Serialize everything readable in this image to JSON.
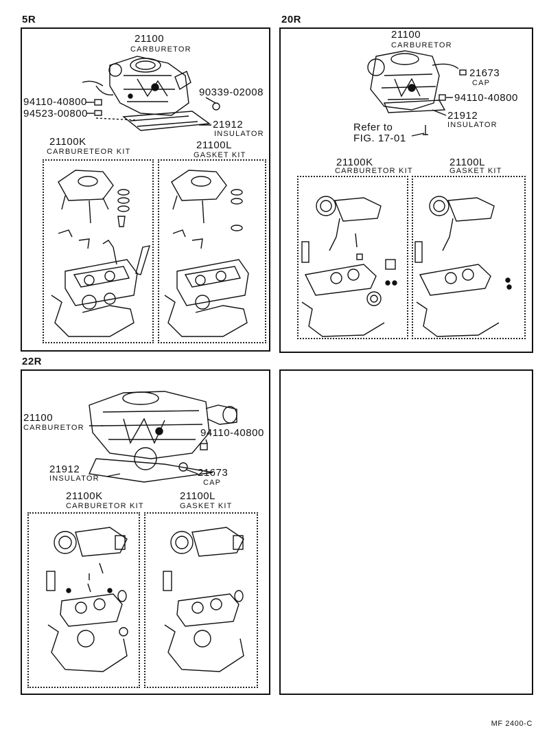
{
  "panels": {
    "p5r": {
      "tag": "5R",
      "carb_num": "21100",
      "carb_cap": "CARBURETOR",
      "part_a": "94110-40800",
      "part_b": "94523-00800",
      "part_c": "90339-02008",
      "ins_num": "21912",
      "ins_cap": "INSULATOR",
      "kit_num": "21100K",
      "kit_cap": "CARBURETEOR KIT",
      "gasket_num": "21100L",
      "gasket_cap": "GASKET KIT"
    },
    "p20r": {
      "tag": "20R",
      "carb_num": "21100",
      "carb_cap": "CARBURETOR",
      "cap_num": "21673",
      "cap_cap": "CAP",
      "part_a": "94110-40800",
      "ins_num": "21912",
      "ins_cap": "INSULATOR",
      "refer_line1": "Refer to",
      "refer_line2": "FIG. 17-01",
      "kit_num": "21100K",
      "kit_cap": "CARBURETOR KIT",
      "gasket_num": "21100L",
      "gasket_cap": "GASKET KIT"
    },
    "p22r": {
      "tag": "22R",
      "carb_num": "21100",
      "carb_cap": "CARBURETOR",
      "part_a": "94110-40800",
      "ins_num": "21912",
      "ins_cap": "INSULATOR",
      "cap_num": "21673",
      "cap_cap": "CAP",
      "kit_num": "21100K",
      "kit_cap": "CARBURETOR KIT",
      "gasket_num": "21100L",
      "gasket_cap": "GASKET KIT"
    }
  },
  "footer": "MF 2400-C"
}
